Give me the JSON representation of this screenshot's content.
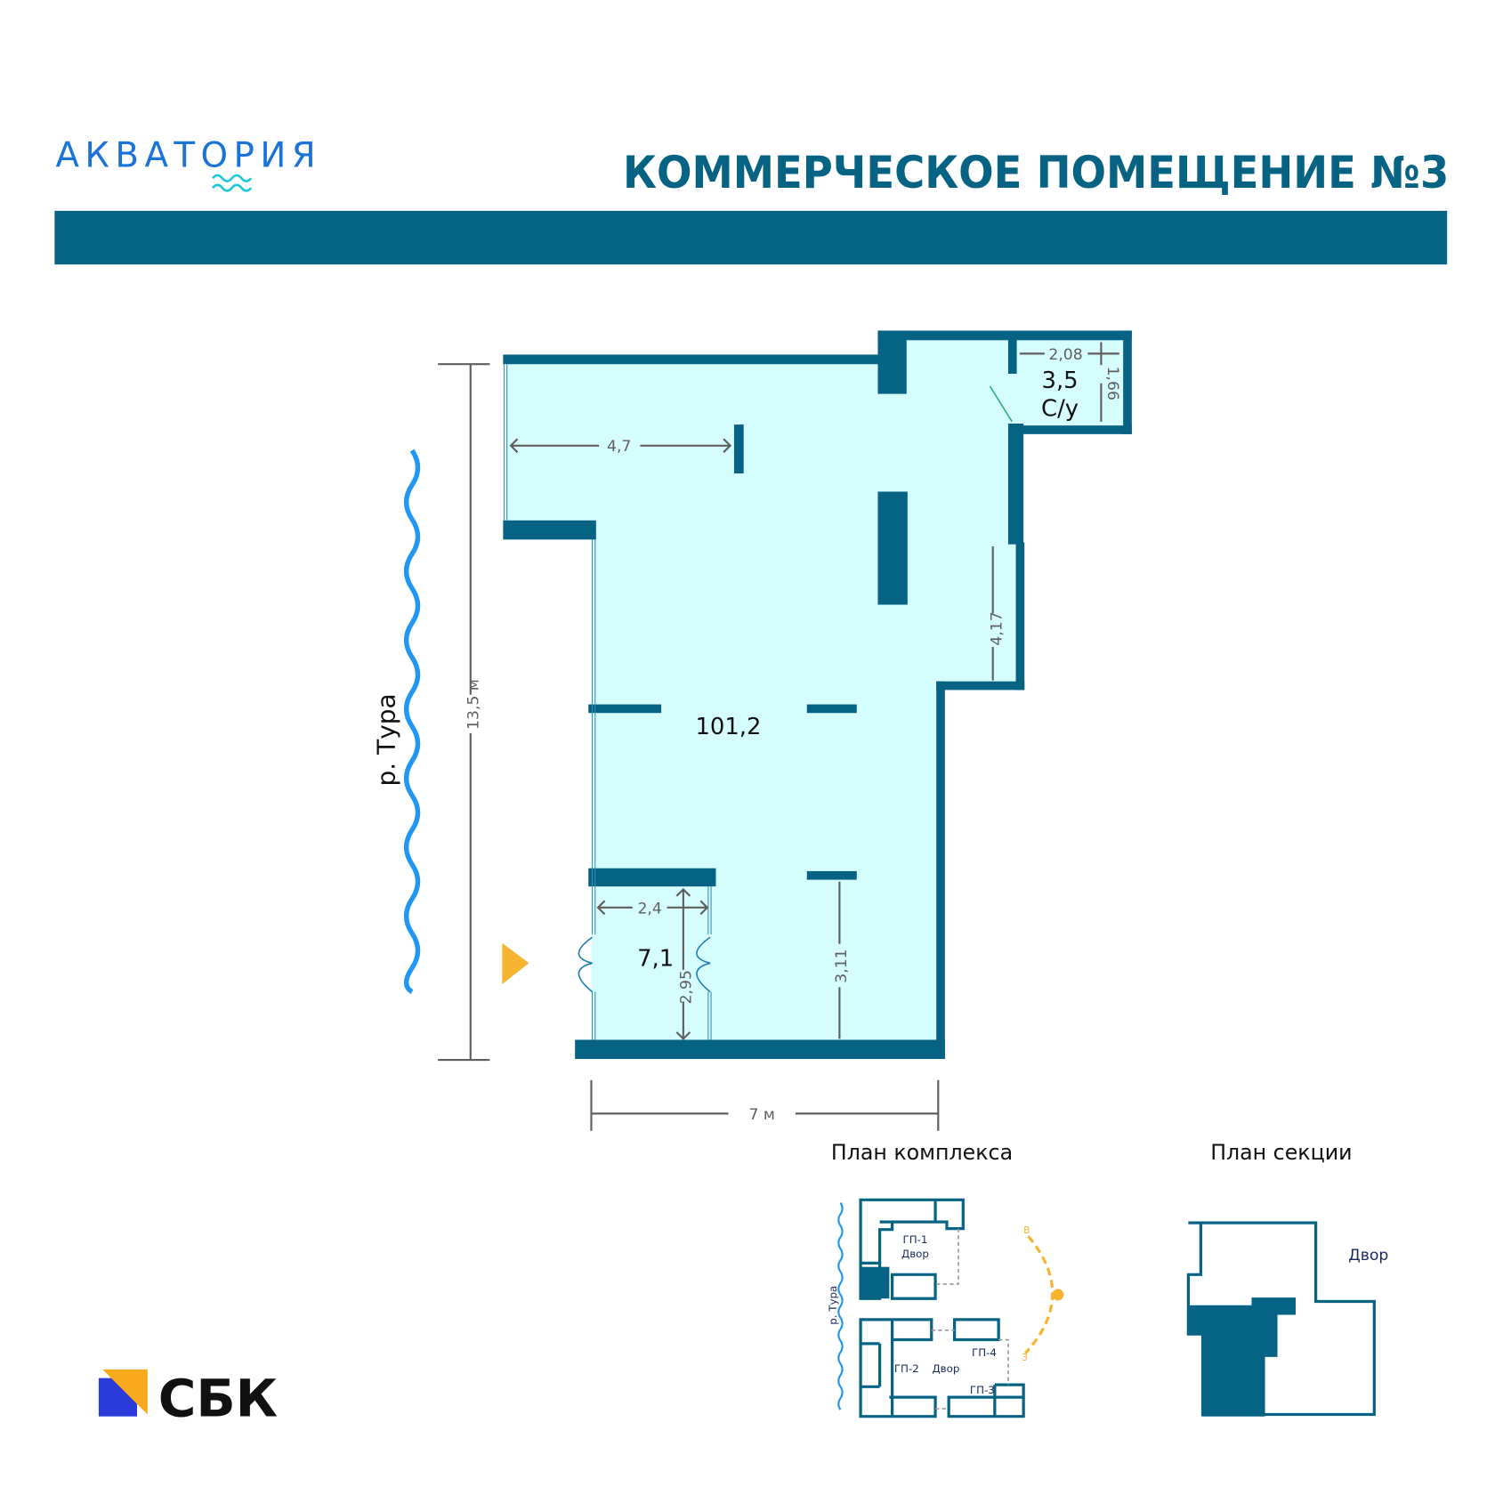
{
  "brand": {
    "logo_text": "АКВАТОРИЯ",
    "developer_logo_text": "СБК"
  },
  "header": {
    "title": "КОММЕРЧЕСКОЕ ПОМЕЩЕНИЕ  №3"
  },
  "plan": {
    "main_area": "101,2",
    "vestibule_area": "7,1",
    "wc_area": "3,5",
    "wc_label": "С/у",
    "river_label": "р. Тура",
    "dims": {
      "d47": "4,7",
      "d208": "2,08",
      "d166": "1,66",
      "d417": "4,17",
      "d24": "2,4",
      "d295": "2,95",
      "d311": "3,11",
      "height_total": "13,5 м",
      "width_total": "7 м"
    }
  },
  "complex_plan": {
    "title": "План комплекса",
    "gp1": "ГП-1",
    "yard": "Двор",
    "gp2": "ГП-2",
    "gp3": "ГП-3",
    "gp4": "ГП-4",
    "river": "р. Тура",
    "east": "В",
    "west": "З"
  },
  "section_plan": {
    "title": "План секции",
    "yard": "Двор"
  },
  "colors": {
    "primary": "#066384",
    "floor": "#d6fdfe",
    "accent": "#f7b431",
    "river": "#2196f3",
    "logo_blue": "#1a73d9",
    "logo_red": "#d0021b"
  }
}
